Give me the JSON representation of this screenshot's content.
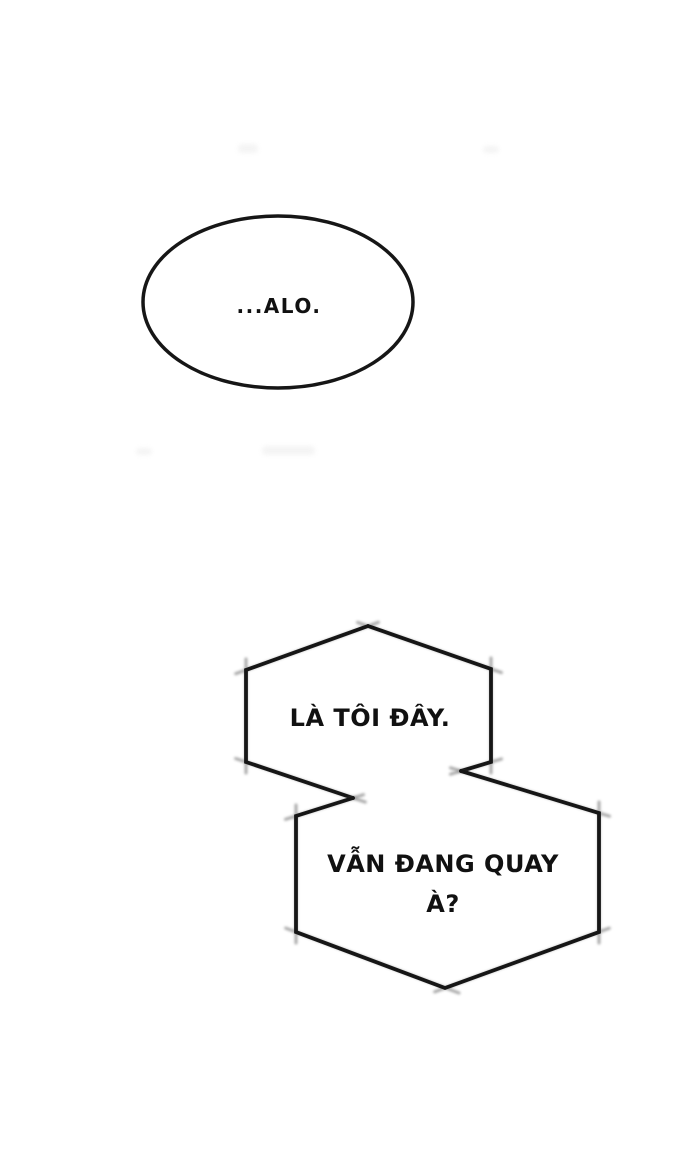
{
  "page": {
    "kind": "comic-panel",
    "background_color": "#ffffff",
    "ink_color": "#161616",
    "text_color": "#111111"
  },
  "bubbles": [
    {
      "shape": "ellipse",
      "text": "...ALO."
    },
    {
      "shape": "jagged-hexagon",
      "text": "LÀ TÔI ĐÂY."
    },
    {
      "shape": "jagged-hexagon",
      "lines": [
        "VẪN ĐANG QUAY",
        "À?"
      ]
    }
  ]
}
